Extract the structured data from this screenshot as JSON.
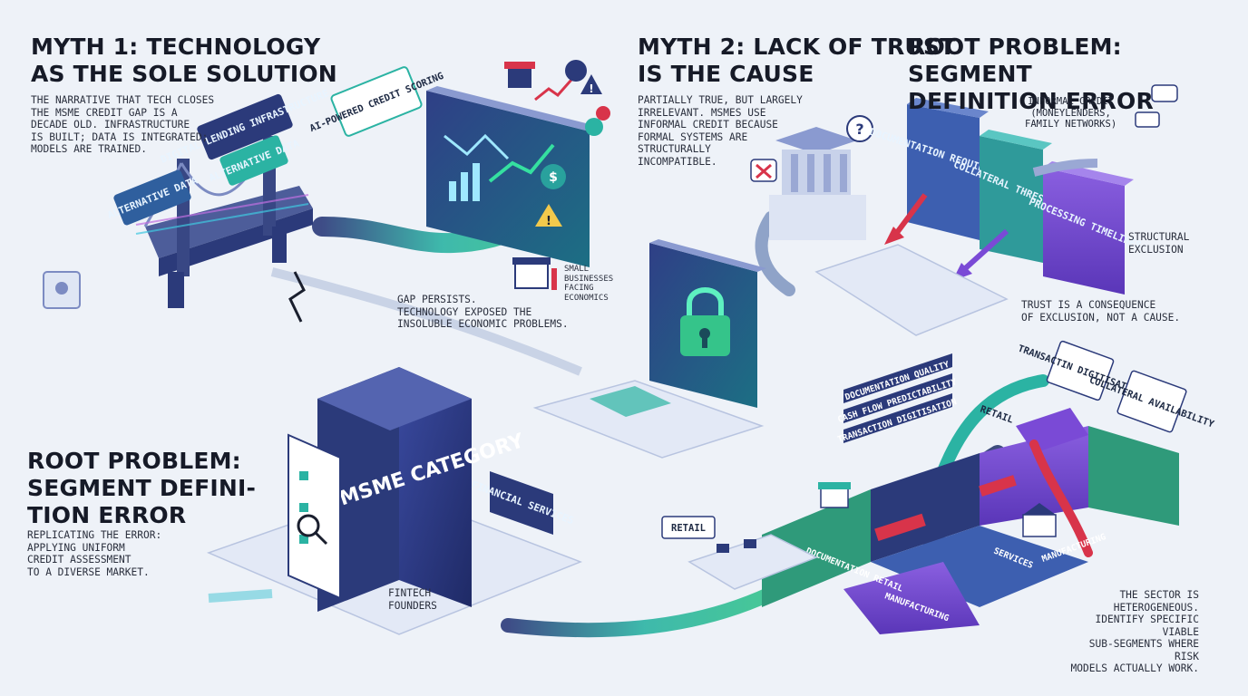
{
  "sections": {
    "myth1": {
      "title": "MYTH 1: TECHNOLOGY\nAS THE SOLE SOLUTION",
      "body": "THE NARRATIVE THAT TECH CLOSES\nTHE MSME CREDIT GAP IS A\nDECADE OLD. INFRASTRUCTURE\nIS BUILT; DATA IS INTEGRATED;\nMODELS ARE TRAINED.",
      "labels": {
        "alternative_data_1": "ALTERNATIVE DATA",
        "digital_lending": "DIGITAL LENDING INFRASTRUCTURE",
        "alternative_data_2": "ALTERNATIVE DATA",
        "ai_scoring": "AI-POWERED CREDIT SCORING"
      },
      "small_businesses": "SMALL\nBUSINESSES\nFACING\nECONOMICS",
      "gap_note": "GAP PERSISTS.\nTECHNOLOGY EXPOSED THE\nINSOLUBLE ECONOMIC PROBLEMS."
    },
    "myth2": {
      "title": "MYTH 2: LACK OF TRUST\nIS THE CAUSE",
      "body": "PARTIALLY TRUE, BUT LARGELY\nIRRELEVANT. MSMEs USE\nINFORMAL CREDIT BECAUSE\nFORMAL SYSTEMS ARE\nSTRUCTURALLY\nINCOMPATIBLE."
    },
    "root_top": {
      "title": "ROOT PROBLEM: SEGMENT\nDEFINITION ERROR",
      "informal_credit": "INFORMAL CREDIT\n(MONEYLENDERS,\nFAMILY NETWORKS)",
      "walls": [
        "DOCUMENTATION REQUIREMENTS",
        "COLLATERAL THRESHOLDS",
        "PROCESSING TIMELINES"
      ],
      "structural_exclusion": "STRUCTURAL\nEXCLUSION",
      "trust_note": "TRUST IS A CONSEQUENCE\nOF EXCLUSION, NOT A CAUSE."
    },
    "root_bottom": {
      "title": "ROOT PROBLEM:\nSEGMENT DEFINI-\nTION ERROR",
      "body": "REPLICATING THE ERROR:\nAPPLYING UNIFORM\nCREDIT ASSESSMENT\nTO A DIVERSE MARKET.",
      "msme_box": "MSME CATEGORY",
      "financial_services": "FINANCIAL SERVICES",
      "fintech_founders": "FINTECH\nFOUNDERS"
    },
    "segments": {
      "criteria": [
        "DOCUMENTATION QUALITY",
        "CASH FLOW PREDICTABILITY",
        "TRANSACTION DIGITISATION"
      ],
      "retail_top": "RETAIL",
      "transaction_digitisation_sign": "TRANSACTIN DIGITISATION",
      "collateral_availability": "COLLATERAL AVAILABILITY",
      "retail_left": "RETAIL",
      "documentation_retail": "DOCUMENTATION RETAIL",
      "services": "SERVICES",
      "manufacturing_right": "MANUFACTURING",
      "manufacturing_front": "MANUFACTURING",
      "conclusion": "THE SECTOR IS\nHETEROGENEOUS.\nIDENTIFY SPECIFIC VIABLE\nSUB-SEGMENTS WHERE RISK\nMODELS ACTUALLY WORK."
    }
  },
  "colors": {
    "background": "#eef2f8",
    "navy": "#2b3a7a",
    "teal": "#2bb3a3",
    "green": "#35c48a",
    "purple": "#6d4bd1",
    "red": "#d8344a"
  }
}
